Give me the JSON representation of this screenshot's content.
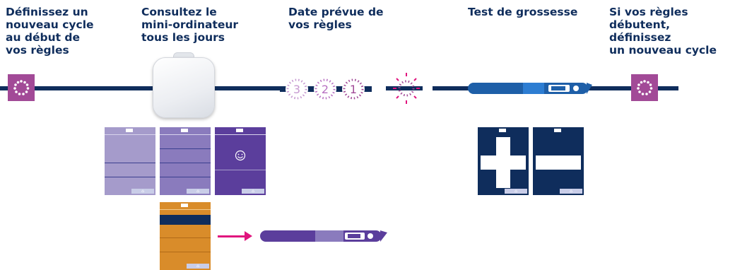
{
  "steps": [
    {
      "label": "Définissez un\nnouveau cycle\nau début de\nvos règles"
    },
    {
      "label": "Consultez le\nmini-ordinateur\ntous les jours"
    },
    {
      "label": "Date prévue de\nvos règles"
    },
    {
      "label": "Test de grossesse"
    },
    {
      "label": "Si vos règles\ndébutent, définissez\nun nouveau cycle"
    }
  ],
  "countdown": [
    "3",
    "2",
    "1"
  ],
  "colors": {
    "navy": "#0f2d5c",
    "magenta": "#a24a97",
    "pink": "#e0157e",
    "lavender": "#a59bcb",
    "medium_purple": "#8a7bbd",
    "deep_purple": "#5b3e9c",
    "orange": "#d98c2a",
    "test_blue": "#1e5fa8"
  },
  "icons": {
    "cycle": "dotted-circle-icon",
    "countdown": "dotted-ring-icon",
    "sun": "dashed-sun-icon",
    "smiley": "smiley-icon",
    "home": "home-icon",
    "arrow": "right-arrow-icon"
  }
}
